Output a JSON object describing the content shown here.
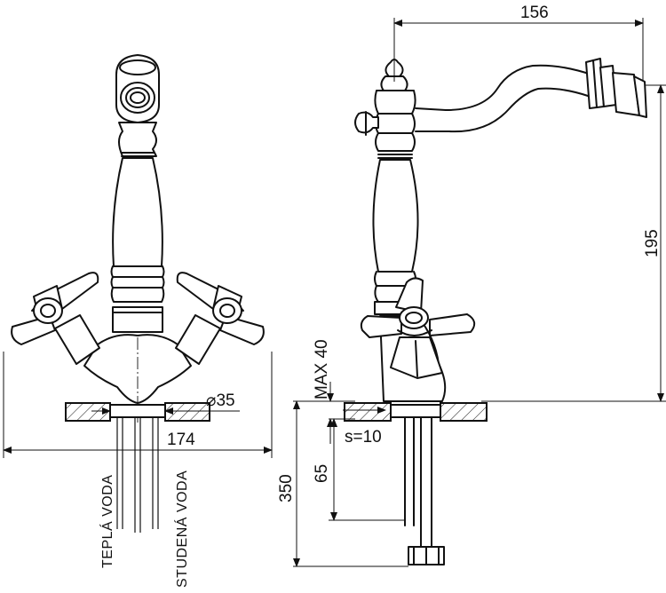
{
  "dimensions": {
    "spout_reach": "156",
    "spout_height": "195",
    "max_deck": "MAX 40",
    "hole_diameter": "⌀35",
    "base_width": "174",
    "flange_thickness": "s=10",
    "tail_length": "65",
    "total_length": "350"
  },
  "supply_labels": {
    "hot": "TEPLÁ VODA",
    "cold": "STUDENÁ VODA"
  }
}
